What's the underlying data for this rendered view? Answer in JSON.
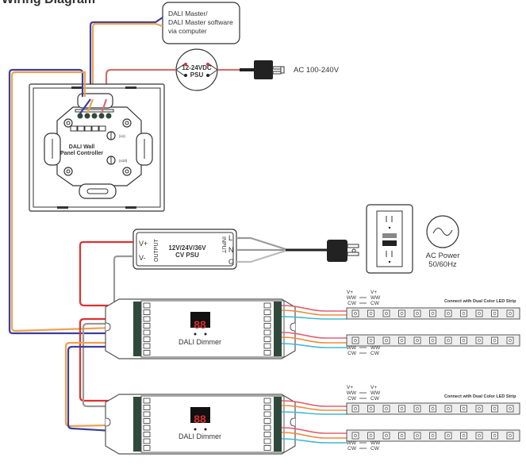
{
  "title_fragment": "Wiring Diagram",
  "dali_master": {
    "lines": [
      "DALI Master/",
      "DALI Master software",
      "via computer"
    ]
  },
  "small_psu": {
    "line1": "12-24VDC",
    "line2": "PSU",
    "ac_label": "AC 100-240V"
  },
  "wall_panel": {
    "line1": "DALI Wall",
    "line2": "Panel Controller",
    "dial1_label": "(x1)",
    "dial2_label": "(x10)"
  },
  "cv_psu": {
    "output_label": "OUTPUT",
    "input_label": "INPUT",
    "vplus": "V+",
    "vminus": "V-",
    "title1": "12V/24V/36V",
    "title2": "CV PSU",
    "L": "L",
    "N": "N",
    "G": "G"
  },
  "outlet": {
    "ac_power1": "AC Power",
    "ac_power2": "50/60Hz"
  },
  "dimmers": [
    {
      "label": "DALI Dimmer",
      "display": "88",
      "strip_caption": "Connect with Dual Color LED Strip",
      "top_mapping": [
        {
          "from": "V+",
          "to": "V+"
        },
        {
          "from": "WW",
          "to": "WW"
        },
        {
          "from": "CW",
          "to": "CW"
        }
      ],
      "bottom_mapping": [
        {
          "from": "WW",
          "to": "WW"
        },
        {
          "from": "CW",
          "to": "CW"
        }
      ]
    },
    {
      "label": "DALI Dimmer",
      "display": "88",
      "strip_caption": "Connect with Dual Color LED Strip",
      "top_mapping": [
        {
          "from": "V+",
          "to": "V+"
        },
        {
          "from": "WW",
          "to": "WW"
        },
        {
          "from": "CW",
          "to": "CW"
        }
      ],
      "bottom_mapping": [
        {
          "from": "WW",
          "to": "WW"
        },
        {
          "from": "CW",
          "to": "CW"
        }
      ]
    }
  ],
  "colors": {
    "dali_blue": "#3b3f9a",
    "dali_orange": "#f0a050",
    "power_red": "#e03030",
    "gray_wire": "#9a9a9a",
    "ww_orange": "#f08a3a",
    "cw_cyan": "#40b8d0",
    "vplus_pink": "#e06070",
    "terminal_green": "#2f4a3c"
  }
}
